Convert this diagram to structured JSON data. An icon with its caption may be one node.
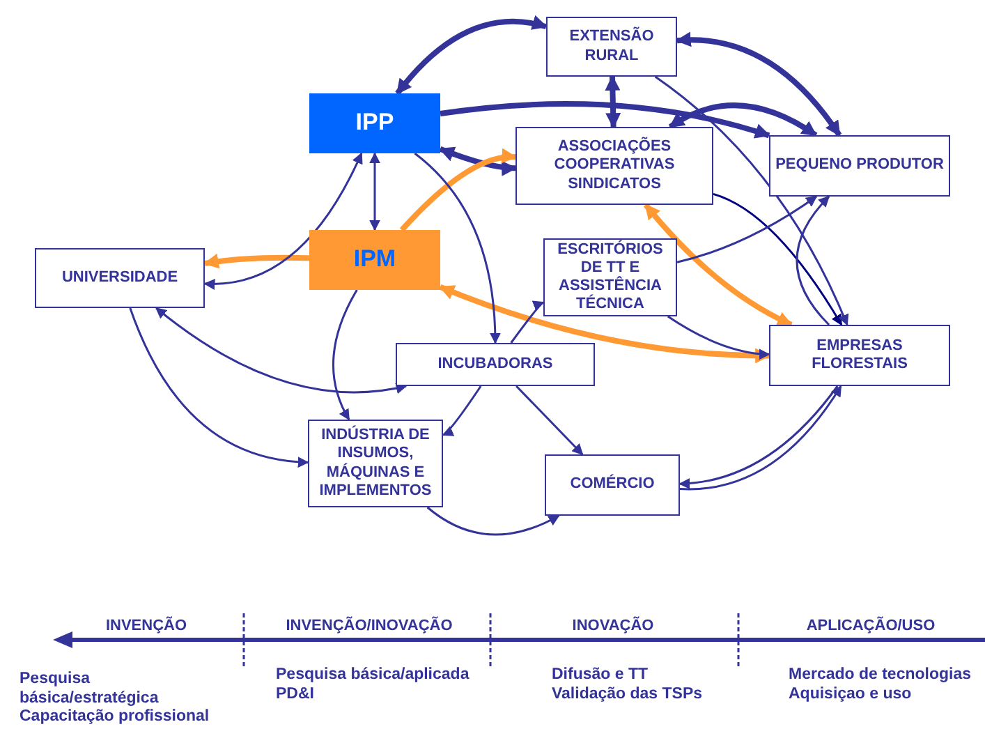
{
  "diagram": {
    "nodes": [
      {
        "text": [
          "EXTENSÃO RURAL"
        ]
      },
      {
        "text": [
          "IPP"
        ]
      },
      {
        "text": [
          "ASSOCIAÇÕES COOPERATIVAS SINDICATOS"
        ]
      },
      {
        "text": [
          "PEQUENO PRODUTOR"
        ]
      },
      {
        "text": [
          "UNIVERSIDADE"
        ]
      },
      {
        "text": [
          "IPM"
        ]
      },
      {
        "text": [
          "ESCRITÓRIOS DE TT E ASSISTÊNCIA TÉCNICA"
        ]
      },
      {
        "text": [
          "EMPRESAS FLORESTAIS"
        ]
      },
      {
        "text": [
          "INCUBADORAS"
        ]
      },
      {
        "text": [
          "INDÚSTRIA DE INSUMOS, MÁQUINAS E IMPLEMENTOS"
        ]
      },
      {
        "text": [
          "COMÉRCIO"
        ]
      }
    ],
    "edges": [
      {
        "from": 1,
        "to": 0,
        "arrow": "both",
        "style": "thick"
      },
      {
        "from": 0,
        "to": 3,
        "arrow": "both",
        "style": "thick"
      },
      {
        "from": 0,
        "to": 2,
        "arrow": "both",
        "style": "thick"
      },
      {
        "from": 2,
        "to": 3,
        "arrow": "both",
        "style": "thick"
      },
      {
        "from": 2,
        "to": 1,
        "arrow": "both",
        "style": "thick"
      },
      {
        "from": 1,
        "to": 3,
        "arrow": "to",
        "style": "thick"
      },
      {
        "from": 2,
        "to": 7,
        "arrow": "to",
        "color": "#000080"
      },
      {
        "from": 5,
        "to": 4,
        "arrow": "to",
        "style": "thick",
        "color": "#ff9933"
      },
      {
        "from": 5,
        "to": 2,
        "arrow": "to",
        "style": "thick",
        "color": "#ff9933"
      },
      {
        "from": 5,
        "to": 7,
        "arrow": "both",
        "style": "thick",
        "color": "#ff9933"
      },
      {
        "from": 2,
        "to": 7,
        "arrow": "both",
        "style": "thick",
        "color": "#ff9933"
      },
      {
        "from": 1,
        "to": 4,
        "arrow": "both"
      },
      {
        "from": 1,
        "to": 5,
        "arrow": "both"
      },
      {
        "from": 4,
        "to": 8,
        "arrow": "both"
      },
      {
        "from": 4,
        "to": 9,
        "arrow": "to"
      },
      {
        "from": 1,
        "to": 8,
        "arrow": "to"
      },
      {
        "from": 5,
        "to": 9,
        "arrow": "to"
      },
      {
        "from": 8,
        "to": 9,
        "arrow": "to"
      },
      {
        "from": 8,
        "to": 10,
        "arrow": "to"
      },
      {
        "from": 9,
        "to": 10,
        "arrow": "to"
      },
      {
        "from": 7,
        "to": 10,
        "arrow": "to"
      },
      {
        "from": 10,
        "to": 7,
        "arrow": "to"
      },
      {
        "from": 6,
        "to": 3,
        "arrow": "to"
      },
      {
        "from": 8,
        "to": 6,
        "arrow": "to"
      },
      {
        "from": 7,
        "to": 3,
        "arrow": "to"
      },
      {
        "from": 0,
        "to": 7,
        "arrow": "to"
      },
      {
        "from": 6,
        "to": 7,
        "arrow": "to"
      }
    ],
    "labels": [
      "INVENÇÃO",
      "INVENÇÃO/INOVAÇÃO",
      "INOVAÇÃO",
      "APLICAÇÃO/USO",
      "Pesquisa básica/estratégica",
      "Capacitação profissional",
      "Pesquisa básica/aplicada",
      "PD&I",
      "Difusão e TT",
      "Validação das TSPs",
      "Mercado de tecnologias",
      "Aquisiçao e uso"
    ]
  }
}
